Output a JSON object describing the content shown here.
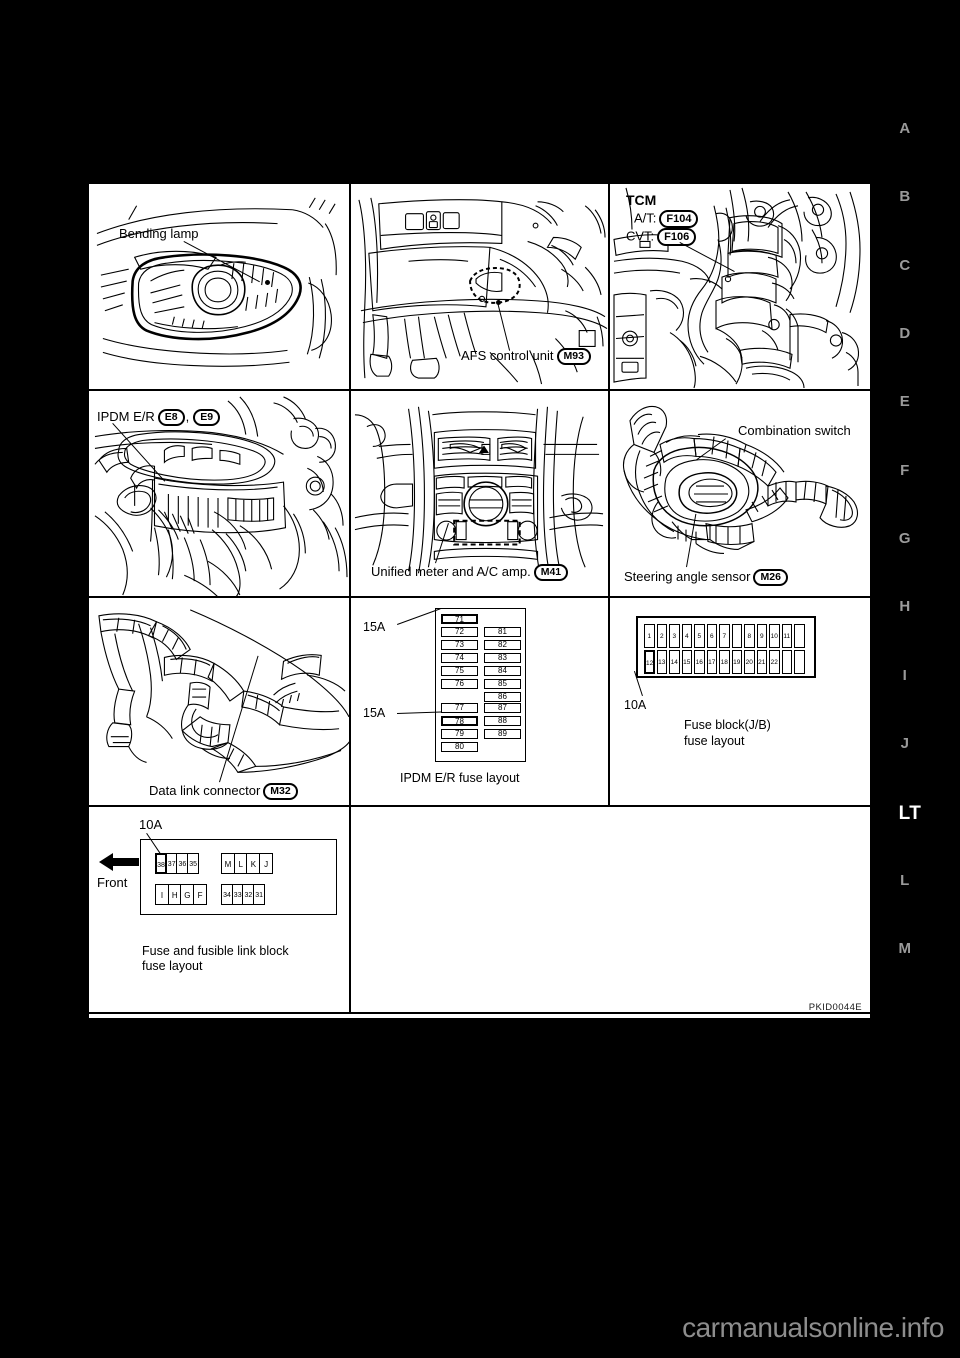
{
  "section_tabs": [
    {
      "label": "A",
      "current": false
    },
    {
      "label": "B",
      "current": false
    },
    {
      "label": "C",
      "current": false
    },
    {
      "label": "D",
      "current": false
    },
    {
      "label": "E",
      "current": false
    },
    {
      "label": "F",
      "current": false
    },
    {
      "label": "G",
      "current": false
    },
    {
      "label": "H",
      "current": false
    },
    {
      "label": "I",
      "current": false
    },
    {
      "label": "J",
      "current": false
    },
    {
      "label": "LT",
      "current": true
    },
    {
      "label": "L",
      "current": false
    },
    {
      "label": "M",
      "current": false
    }
  ],
  "figure": {
    "id": "PKID0044E",
    "panels": {
      "bending_lamp": {
        "label": "Bending lamp"
      },
      "afs": {
        "label": "AFS control unit",
        "connector": "M93"
      },
      "tcm": {
        "title": "TCM",
        "at_label": "A/T:",
        "at_connector": "F104",
        "cvt_label": "CVT:",
        "cvt_connector": "F106"
      },
      "ipdm": {
        "label": "IPDM E/R",
        "connector_1": "E8",
        "connector_2": "E9",
        "separator": ","
      },
      "meter": {
        "label": "Unified meter and A/C amp.",
        "connector": "M41"
      },
      "combination_switch": {
        "label": "Combination switch",
        "sensor_label": "Steering angle sensor",
        "sensor_connector": "M26"
      },
      "dlc": {
        "label": "Data link connector",
        "connector": "M32"
      },
      "ipdm_fuse": {
        "caption": "IPDM E/R fuse layout",
        "callout_top": "15A",
        "callout_bottom": "15A",
        "left_column": [
          "71",
          "72",
          "73",
          "74",
          "75",
          "76",
          "77",
          "78",
          "79",
          "80"
        ],
        "right_column": [
          "81",
          "82",
          "83",
          "84",
          "85",
          "86",
          "87",
          "88",
          "89"
        ],
        "highlighted": [
          "71",
          "78"
        ]
      },
      "jb_fuse": {
        "caption_line1": "Fuse block(J/B)",
        "caption_line2": "fuse layout",
        "callout": "10A",
        "top_row": [
          "1",
          "2",
          "3",
          "4",
          "5",
          "6",
          "7",
          "",
          "8",
          "9",
          "10",
          "11",
          ""
        ],
        "bottom_row": [
          "12",
          "13",
          "14",
          "15",
          "16",
          "17",
          "18",
          "19",
          "20",
          "21",
          "22",
          "",
          ""
        ],
        "highlighted": [
          "12"
        ]
      },
      "ffl_fuse": {
        "caption_line1": "Fuse and fusible link block",
        "caption_line2": "fuse layout",
        "callout": "10A",
        "front_label": "Front",
        "top_left_group": [
          "38",
          "37",
          "36",
          "35"
        ],
        "top_right_group": [
          "M",
          "L",
          "K",
          "J"
        ],
        "bottom_left_group": [
          "I",
          "H",
          "G",
          "F"
        ],
        "bottom_right_group": [
          "34",
          "33",
          "32",
          "31"
        ],
        "highlighted": [
          "38"
        ]
      }
    }
  },
  "footer": {
    "watermark": "carmanualsonline.info"
  }
}
